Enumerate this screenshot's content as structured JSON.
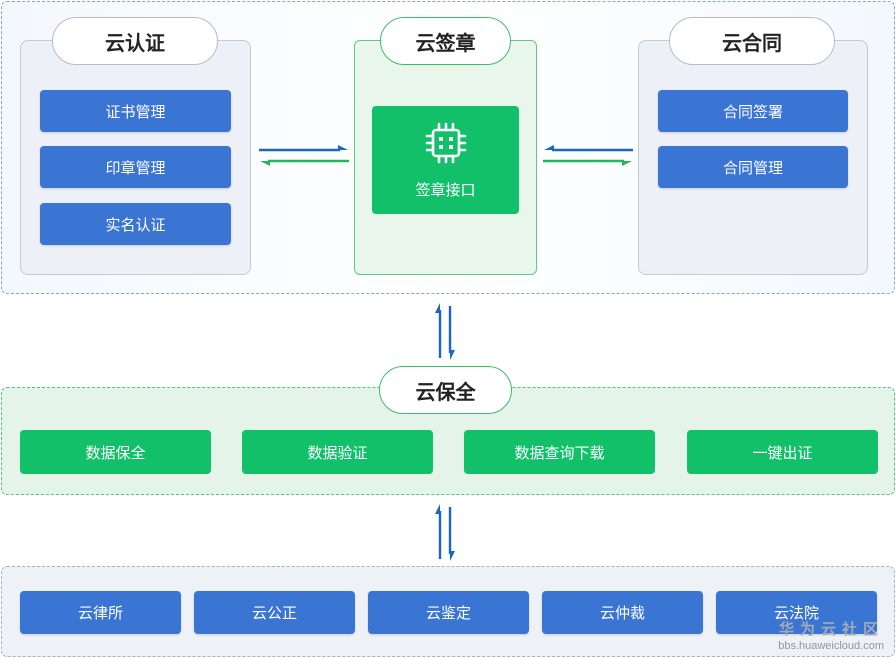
{
  "colors": {
    "blue": "#3a75d3",
    "green": "#13c06a",
    "arrow_blue": "#1a66c4",
    "arrow_green": "#1fb85c"
  },
  "cloud_auth": {
    "title": "云认证",
    "items": [
      "证书管理",
      "印章管理",
      "实名认证"
    ]
  },
  "cloud_sign": {
    "title": "云签章",
    "module": {
      "icon": "chip-icon",
      "label": "签章接口"
    }
  },
  "cloud_contract": {
    "title": "云合同",
    "items": [
      "合同签署",
      "合同管理"
    ]
  },
  "cloud_preserve": {
    "title": "云保全",
    "items": [
      "数据保全",
      "数据验证",
      "数据查询下载",
      "一键出证"
    ]
  },
  "bottom": {
    "items": [
      "云律所",
      "云公正",
      "云鉴定",
      "云仲裁",
      "云法院"
    ]
  },
  "watermark": {
    "line1": "华为云社区",
    "line2": "bbs.huaweicloud.com"
  }
}
